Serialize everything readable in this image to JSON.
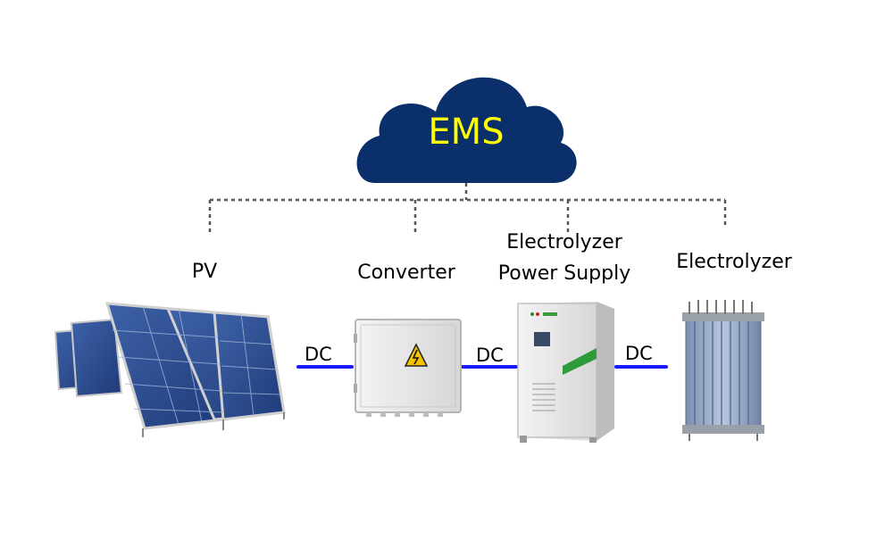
{
  "ems": {
    "label": "EMS",
    "cloud_color": "#0b2f6b",
    "text_color": "#ffff00"
  },
  "components": {
    "pv": {
      "label": "PV"
    },
    "converter": {
      "label": "Converter"
    },
    "power_supply": {
      "label_line1": "Electrolyzer",
      "label_line2": "Power Supply"
    },
    "electrolyzer": {
      "label": "Electrolyzer"
    }
  },
  "links": [
    {
      "label": "DC"
    },
    {
      "label": "DC"
    },
    {
      "label": "DC"
    }
  ],
  "colors": {
    "dc_line": "#1a1aff",
    "comm_line": "#555555",
    "panel_blue": "#2a4a8c"
  }
}
